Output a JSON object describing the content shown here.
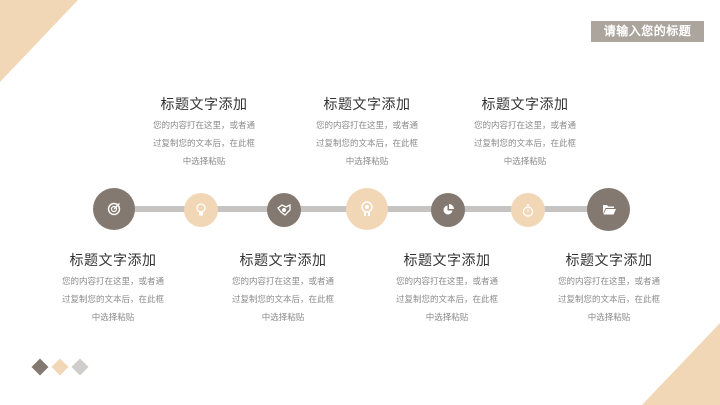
{
  "slide": {
    "title_box": "请输入您的标题",
    "colors": {
      "dark": "#847970",
      "light": "#f2d7b6",
      "line": "#c6c4c2",
      "title_bg": "#aca59e"
    }
  },
  "timeline": {
    "nodes": [
      {
        "icon": "target-icon",
        "style": "dark"
      },
      {
        "icon": "lightbulb-icon",
        "style": "light"
      },
      {
        "icon": "handshake-icon",
        "style": "dark"
      },
      {
        "icon": "award-ribbon-icon",
        "style": "light"
      },
      {
        "icon": "pie-chart-icon",
        "style": "dark"
      },
      {
        "icon": "stopwatch-icon",
        "style": "light"
      },
      {
        "icon": "folder-open-icon",
        "style": "dark"
      }
    ]
  },
  "blocks": [
    {
      "title": "标题文字添加",
      "line1": "您的内容打在这里，或者通",
      "line2": "过复制您的文本后，在此框",
      "line3": "中选择粘贴"
    },
    {
      "title": "标题文字添加",
      "line1": "您的内容打在这里，或者通",
      "line2": "过复制您的文本后，在此框",
      "line3": "中选择粘贴"
    },
    {
      "title": "标题文字添加",
      "line1": "您的内容打在这里，或者通",
      "line2": "过复制您的文本后，在此框",
      "line3": "中选择粘贴"
    },
    {
      "title": "标题文字添加",
      "line1": "您的内容打在这里，或者通",
      "line2": "过复制您的文本后，在此框",
      "line3": "中选择粘贴"
    },
    {
      "title": "标题文字添加",
      "line1": "您的内容打在这里，或者通",
      "line2": "过复制您的文本后，在此框",
      "line3": "中选择粘贴"
    },
    {
      "title": "标题文字添加",
      "line1": "您的内容打在这里，或者通",
      "line2": "过复制您的文本后，在此框",
      "line3": "中选择粘贴"
    },
    {
      "title": "标题文字添加",
      "line1": "您的内容打在这里，或者通",
      "line2": "过复制您的文本后，在此框",
      "line3": "中选择粘贴"
    }
  ]
}
